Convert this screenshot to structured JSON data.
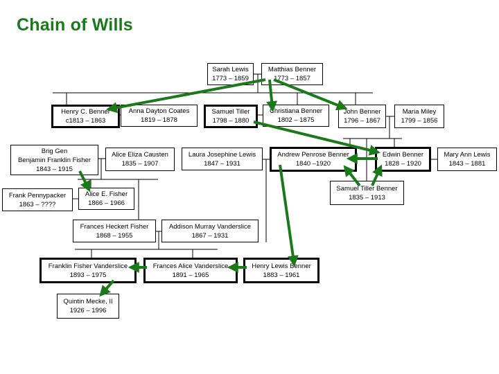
{
  "title": "Chain of Wills",
  "colors": {
    "title": "#1a7a1a",
    "arrow": "#1a7a1a",
    "line": "#000000"
  },
  "people": {
    "sarah_lewis": {
      "name": "Sarah Lewis",
      "dates": "1773 – 1859"
    },
    "matthias_benner": {
      "name": "Matthias Benner",
      "dates": "1773 – 1857"
    },
    "henry_c_benner": {
      "name": "Henry C. Benner",
      "dates": "c1813 – 1863"
    },
    "anna_dayton_coates": {
      "name": "Anna Dayton Coates",
      "dates": "1819 – 1878"
    },
    "samuel_tiller": {
      "name": "Samuel Tiller",
      "dates": "1798 – 1880"
    },
    "christiana_benner": {
      "name": "Christiana Benner",
      "dates": "1802 – 1875"
    },
    "john_benner": {
      "name": "John Benner",
      "dates": "1796 – 1867"
    },
    "maria_miley": {
      "name": "Maria Miley",
      "dates": "1799 – 1856"
    },
    "benjamin_franklin_fisher": {
      "prefix": "Brig Gen",
      "name": "Benjamin Franklin Fisher",
      "dates": "1843 – 1915"
    },
    "alice_eliza_causten": {
      "name": "Alice Eliza Causten",
      "dates": "1835 – 1907"
    },
    "laura_josephine_lewis": {
      "name": "Laura Josephine Lewis",
      "dates": "1847 – 1931"
    },
    "andrew_penrose_benner": {
      "name": "Andrew Penrose Benner",
      "dates": "1840 –1920"
    },
    "edwin_benner": {
      "name": "Edwin Benner",
      "dates": "1828 – 1920"
    },
    "mary_ann_lewis": {
      "name": "Mary Ann Lewis",
      "dates": "1843 – 1881"
    },
    "frank_pennypacker": {
      "name": "Frank Pennypacker",
      "dates": "1863 – ????"
    },
    "alice_e_fisher": {
      "name": "Alice E. Fisher",
      "dates": "1866 – 1966"
    },
    "samuel_tiller_benner": {
      "name": "Samuel Tiller Benner",
      "dates": "1835 – 1913"
    },
    "frances_heckert_fisher": {
      "name": "Frances Heckert Fisher",
      "dates": "1868 – 1955"
    },
    "addison_murray_vanderslice": {
      "name": "Addison Murray Vanderslice",
      "dates": "1867 – 1931"
    },
    "franklin_fisher_vanderslice": {
      "name": "Franklin Fisher Vanderslice",
      "dates": "1893 – 1975"
    },
    "frances_alice_vanderslice": {
      "name": "Frances Alice Vanderslice",
      "dates": "1891 – 1965"
    },
    "henry_lewis_benner": {
      "name": "Henry Lewis Benner",
      "dates": "1883 – 1961"
    },
    "quintin_mecke_ii": {
      "name": "Quintin Mecke, II",
      "dates": "1926 – 1996"
    }
  },
  "will_chain": [
    [
      "matthias_benner",
      "henry_c_benner"
    ],
    [
      "matthias_benner",
      "christiana_benner"
    ],
    [
      "matthias_benner",
      "john_benner"
    ],
    [
      "samuel_tiller",
      "edwin_benner"
    ],
    [
      "edwin_benner",
      "andrew_penrose_benner"
    ],
    [
      "samuel_tiller_benner",
      "andrew_penrose_benner"
    ],
    [
      "samuel_tiller_benner",
      "edwin_benner"
    ],
    [
      "andrew_penrose_benner",
      "henry_lewis_benner"
    ],
    [
      "henry_lewis_benner",
      "frances_alice_vanderslice"
    ],
    [
      "frances_alice_vanderslice",
      "franklin_fisher_vanderslice"
    ],
    [
      "franklin_fisher_vanderslice",
      "quintin_mecke_ii"
    ],
    [
      "benjamin_franklin_fisher",
      "alice_e_fisher"
    ]
  ]
}
